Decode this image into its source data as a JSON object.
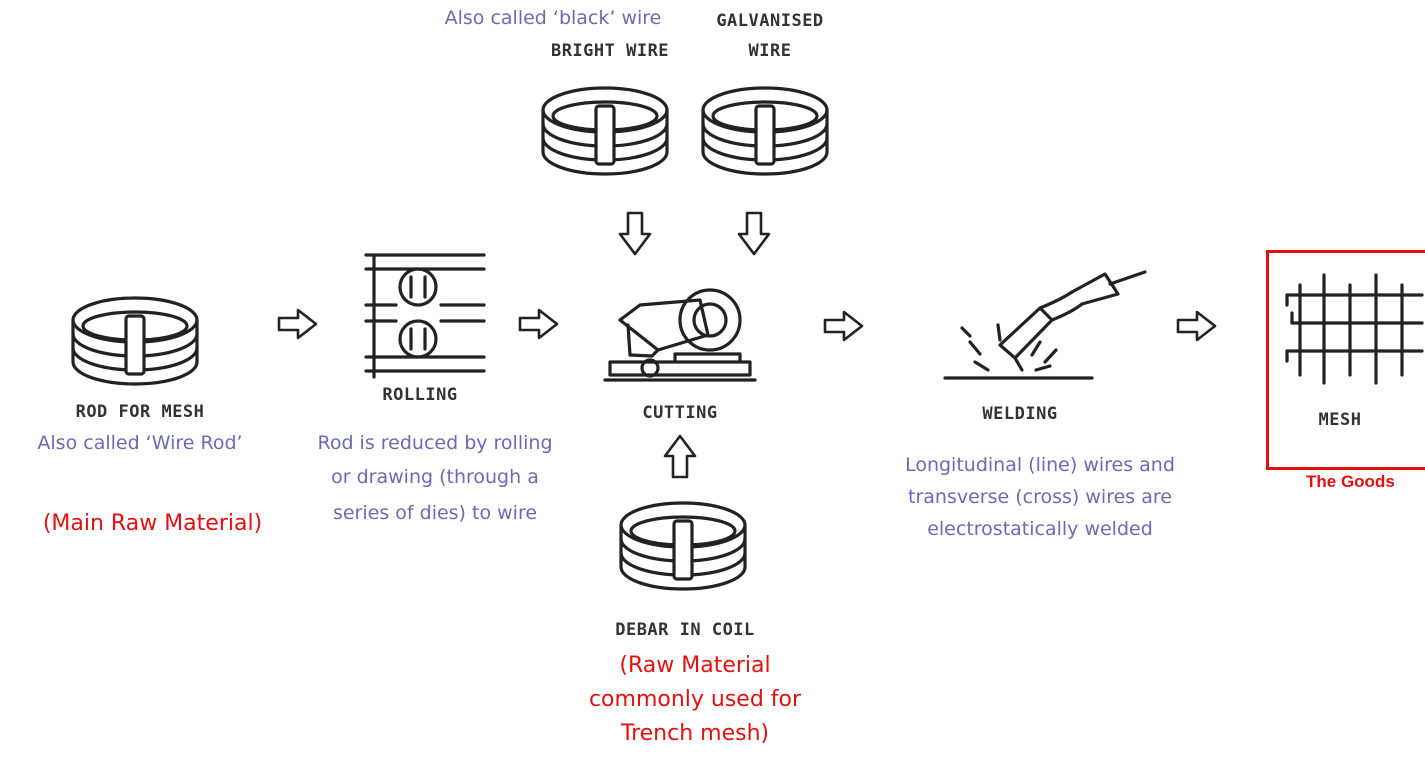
{
  "stages": {
    "rod": {
      "label": "ROD FOR MESH",
      "note": "Also called ‘Wire Rod’",
      "role": "(Main Raw Material)",
      "icon": "wire-coil-icon"
    },
    "rolling": {
      "label": "ROLLING",
      "note_lines": [
        "Rod is reduced by rolling",
        "or drawing (through a",
        "series of dies) to wire"
      ],
      "icon": "rolling-mill-icon"
    },
    "bright_wire": {
      "label": "BRIGHT WIRE",
      "note": "Also called ‘black’ wire",
      "icon": "wire-coil-icon"
    },
    "galvanised_wire": {
      "label_lines": [
        "GALVANISED",
        "WIRE"
      ],
      "icon": "wire-coil-icon"
    },
    "cutting": {
      "label": "CUTTING",
      "icon": "cutting-machine-icon"
    },
    "debar": {
      "label": "DEBAR IN COIL",
      "role_lines": [
        "(Raw Material",
        "commonly used for",
        "Trench mesh)"
      ],
      "icon": "wire-coil-icon"
    },
    "welding": {
      "label": "WELDING",
      "note_lines": [
        "Longitudinal (line) wires and",
        "transverse (cross) wires are",
        "electrostatically welded"
      ],
      "icon": "welding-torch-icon"
    },
    "mesh": {
      "label": "MESH",
      "role": "The Goods",
      "icon": "mesh-grid-icon"
    }
  },
  "colors": {
    "note": "#6a6ab5",
    "highlight": "#e31010",
    "icon": "#222222"
  }
}
